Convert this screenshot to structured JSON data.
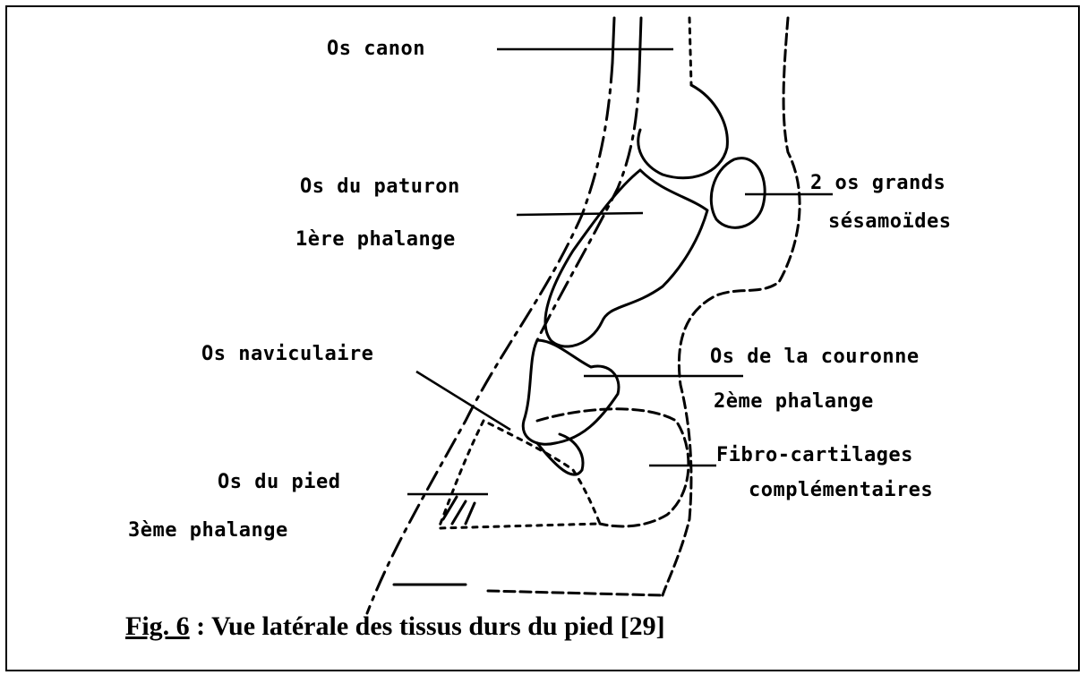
{
  "labels": {
    "os_canon": "Os canon",
    "os_paturon": "Os du paturon",
    "phalange_1": "1ère phalange",
    "grands_sesamoides_1": "2 os grands",
    "grands_sesamoides_2": "sésamoïdes",
    "os_naviculaire": "Os naviculaire",
    "os_couronne": "Os de la couronne",
    "phalange_2": "2ème phalange",
    "fibro_cartilages": "Fibro-cartilages",
    "complementaires": "complémentaires",
    "os_pied": "Os du pied",
    "phalange_3": "3ème phalange"
  },
  "caption": {
    "fig": "Fig. 6",
    "text": " : Vue latérale des tissus durs du pied [29]"
  }
}
